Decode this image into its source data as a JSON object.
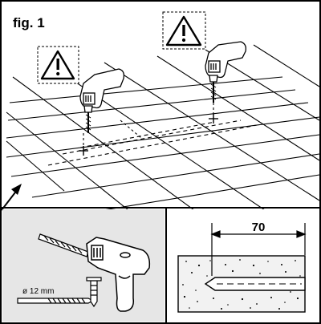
{
  "figure": {
    "label": "fig. 1"
  },
  "drill_panel": {
    "diameter_label": "ø 12 mm"
  },
  "depth_panel": {
    "dimension_value": "70"
  },
  "icons": {
    "warning": "warning-triangle-icon",
    "drill": "power-drill-icon",
    "anchor": "wall-plug-icon",
    "drill_bit": "drill-bit-icon"
  },
  "colors": {
    "line": "#000000",
    "panel_bg": "#e6e6e6",
    "frame": "#000000",
    "background": "#ffffff"
  }
}
